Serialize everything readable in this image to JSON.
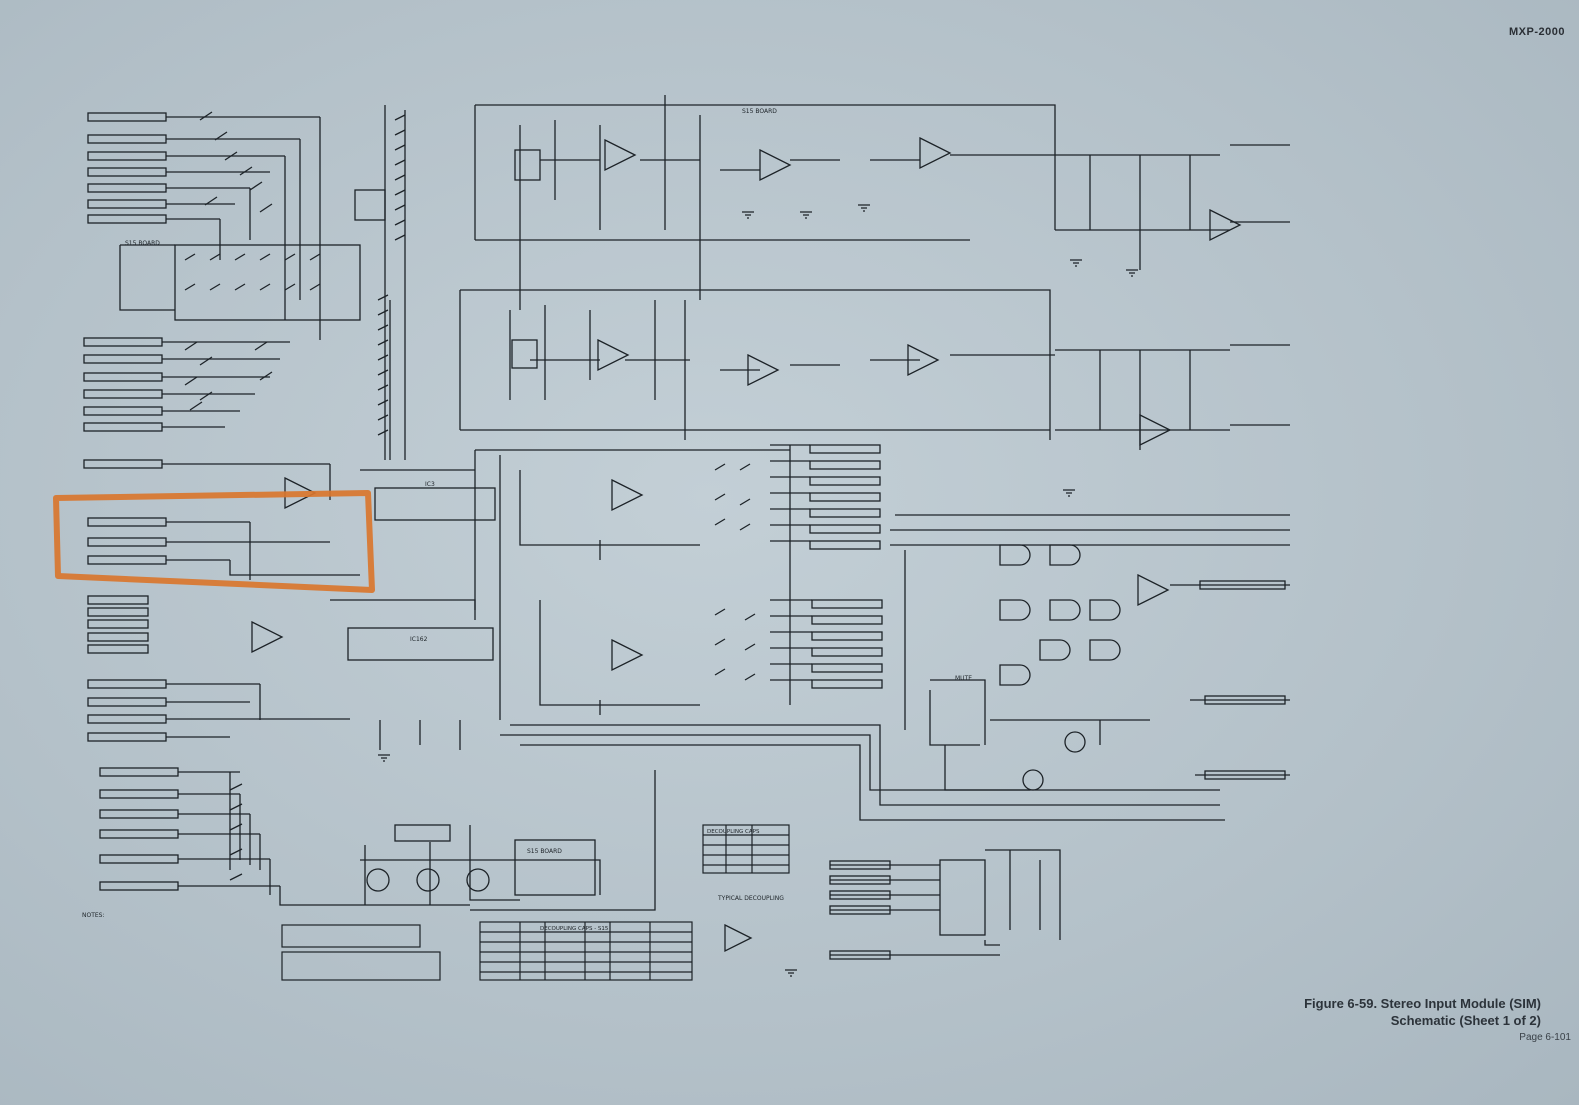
{
  "header": {
    "doc_code": "MXP-2000"
  },
  "caption": {
    "line1": "Figure 6-59.  Stereo Input Module (SIM)",
    "line2": "Schematic (Sheet 1 of 2)"
  },
  "page_number": "Page 6-101",
  "colors": {
    "paper": "#bcc8cf",
    "ink": "#1d2328",
    "highlight": "#d9762e"
  },
  "labels": {
    "sis_board_top": "S15 BOARD",
    "sis_board_left": "S15 BOARD",
    "sis_board_bottom": "S15 BOARD",
    "ic_top": "IC3",
    "ic_mid": "IC162",
    "typical_decoupling": "TYPICAL DECOUPLING",
    "decoupling_table_title": "DECOUPLING CAPS",
    "decoupling_table2_title": "DECOUPLING CAPS - S15",
    "mute": "MUTE",
    "notes": "NOTES:"
  }
}
